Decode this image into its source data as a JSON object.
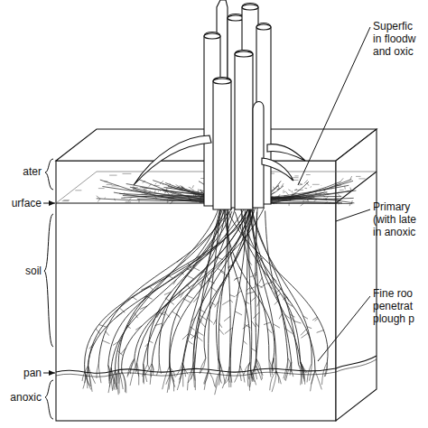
{
  "diagram": {
    "labels": [
      "Superfic in floodw and oxic",
      "Primary (with late in anoxic",
      "Fine roo penetrat plough p",
      "ater",
      "urface",
      "soil",
      "pan",
      "anoxic"
    ]
  }
}
